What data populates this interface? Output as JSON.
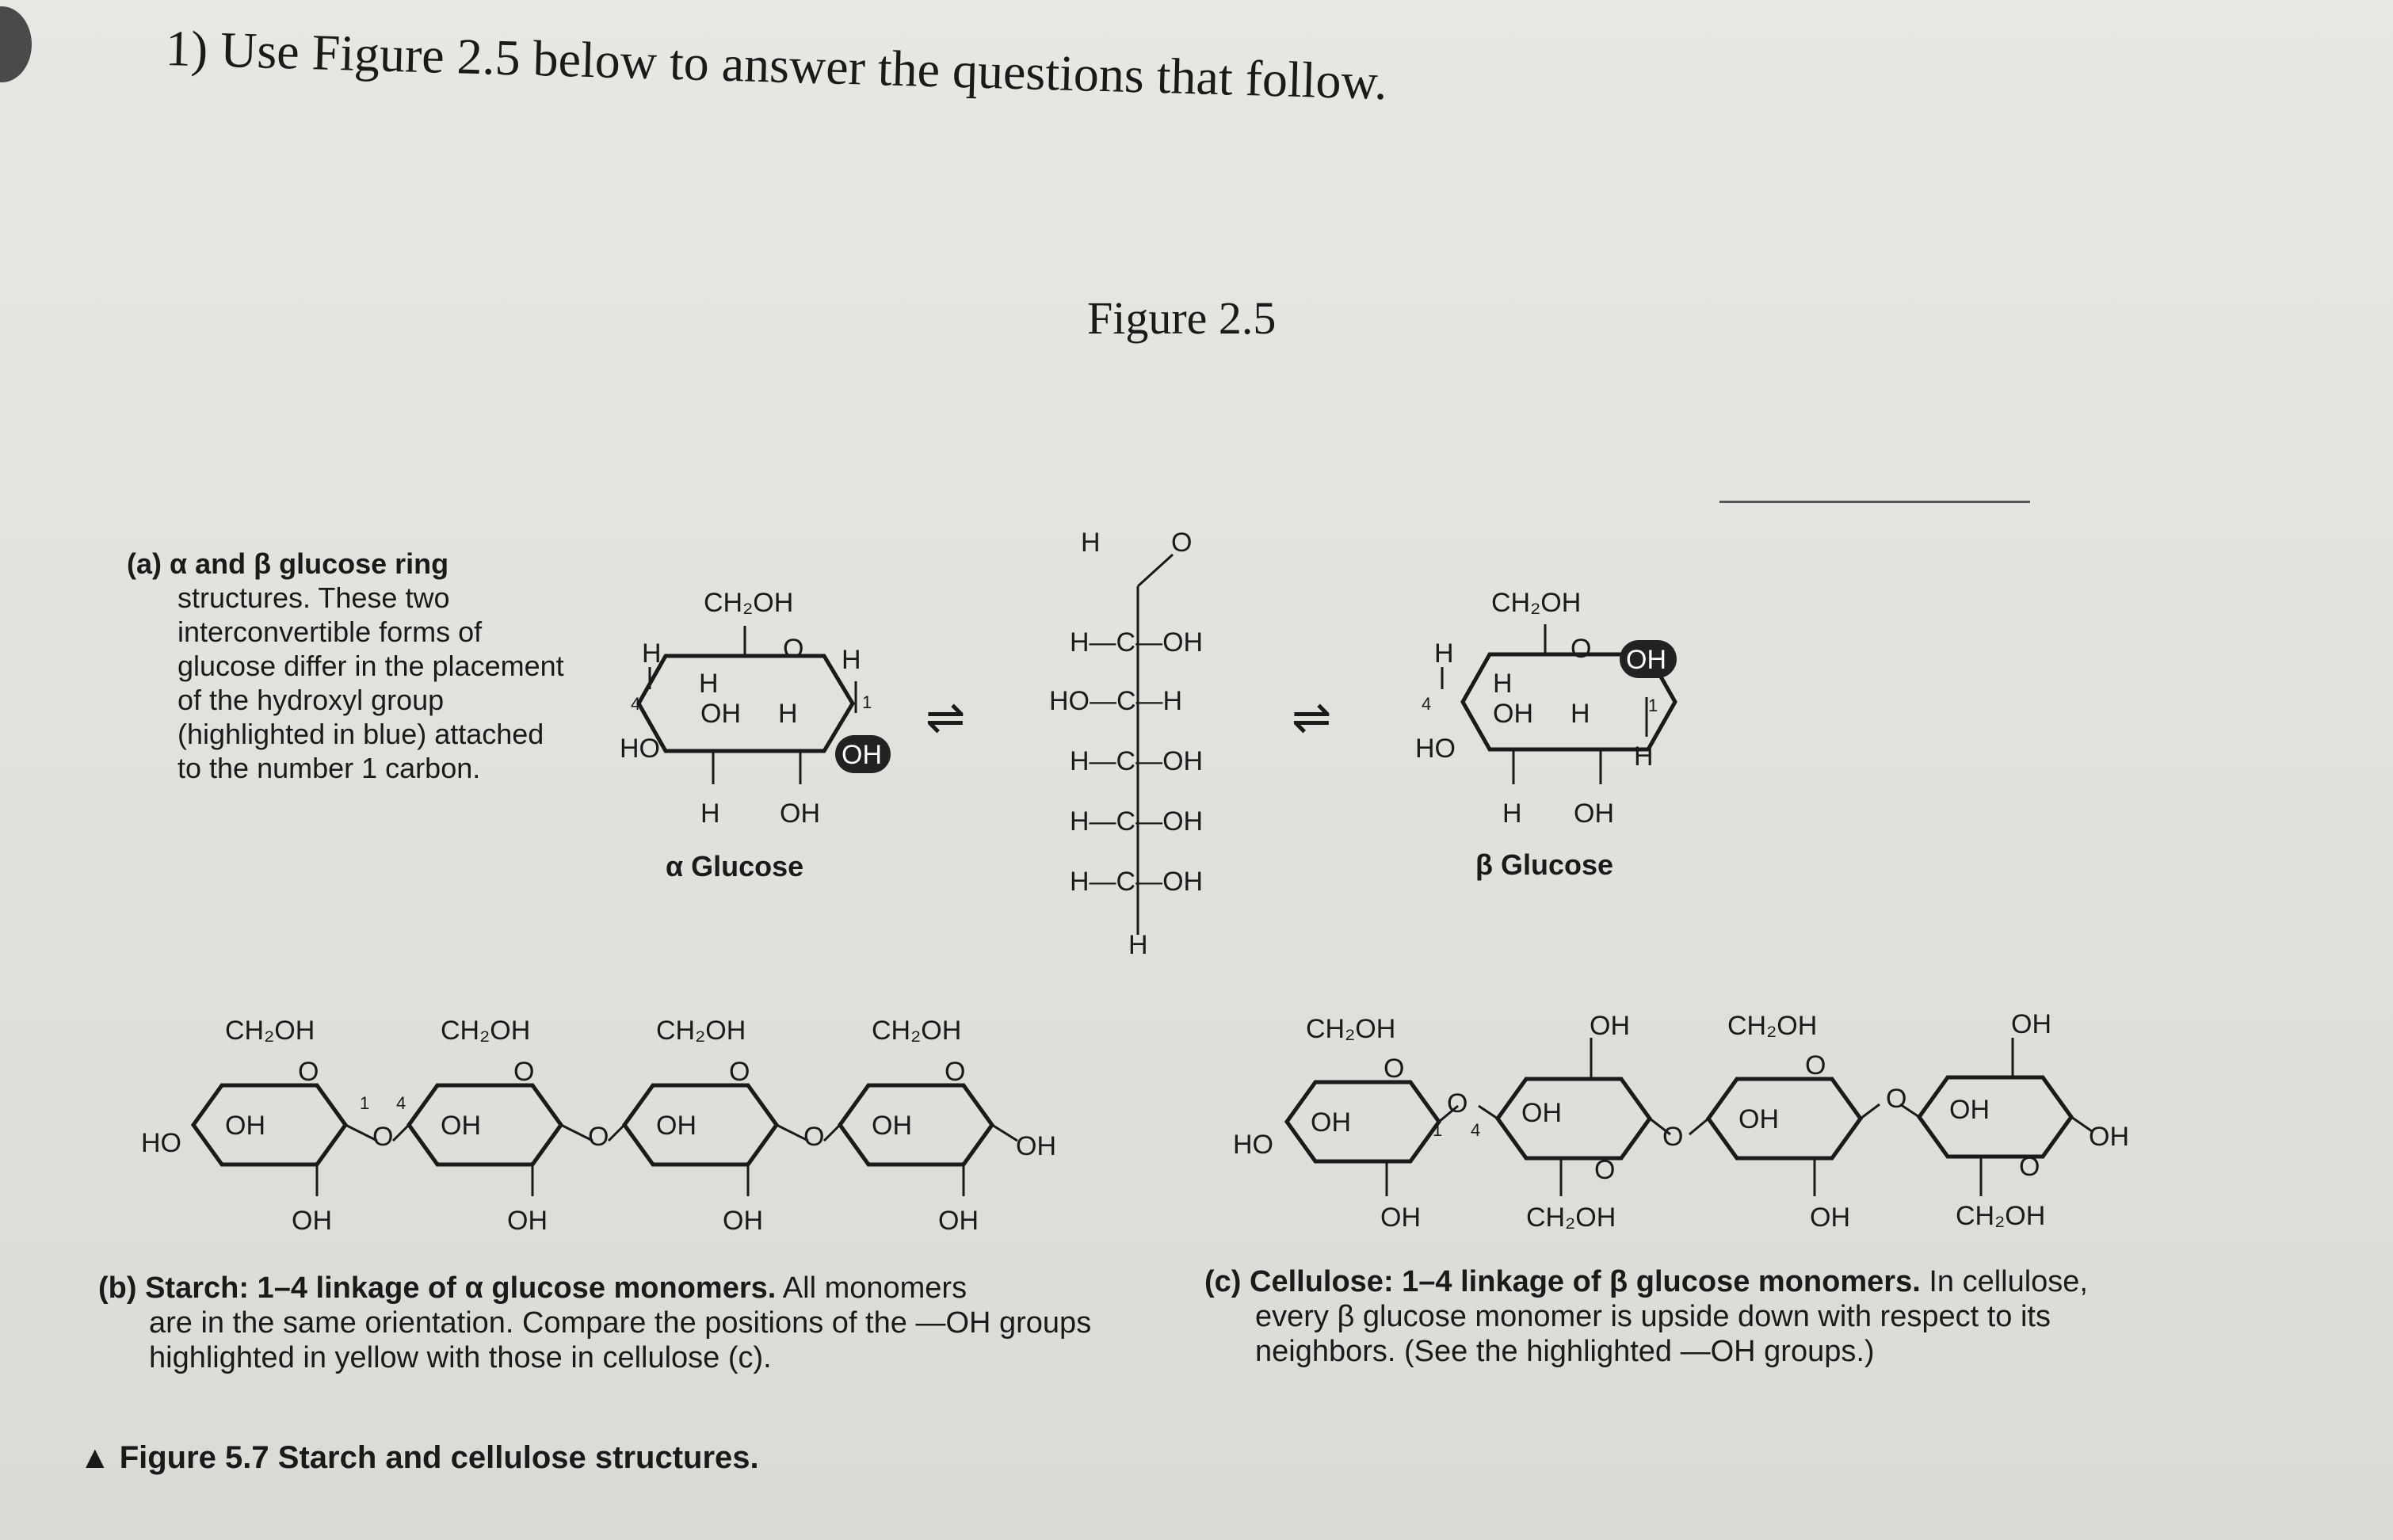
{
  "question": "1) Use Figure 2.5 below to answer the questions that follow.",
  "figure_title": "Figure 2.5",
  "panel_a": {
    "caption_lead": "(a) α and β glucose ring",
    "caption_rest": "structures. These two interconvertible forms of glucose differ in the placement of the hydroxyl group (highlighted in blue) attached to the number 1 carbon.",
    "alpha_label": "α Glucose",
    "beta_label": "β Glucose"
  },
  "panel_b": {
    "caption_lead": "(b) Starch: 1–4 linkage of α glucose monomers.",
    "caption_tail": " All monomers",
    "caption_rest": "are in the same orientation. Compare the positions of the —OH groups highlighted in yellow with those in cellulose (c)."
  },
  "panel_c": {
    "caption_lead": "(c) Cellulose: 1–4 linkage of β glucose monomers.",
    "caption_tail": " In cellulose,",
    "caption_rest": "every β glucose monomer is upside down with respect to its neighbors. (See the highlighted —OH groups.)"
  },
  "figure_caption": "▲ Figure 5.7 Starch and cellulose structures.",
  "chem": {
    "ch2oh": "CH₂OH",
    "oh": "OH",
    "ho": "HO",
    "h": "H",
    "o": "O",
    "one": "1",
    "four": "4",
    "eq": "⇌",
    "open_rows": [
      "H—C—OH",
      "HO—C—H",
      "H—C—OH",
      "H—C—OH",
      "H—C—OH"
    ]
  },
  "colors": {
    "highlight_blue": "#1d1d1d",
    "text": "#1a1a1a"
  }
}
